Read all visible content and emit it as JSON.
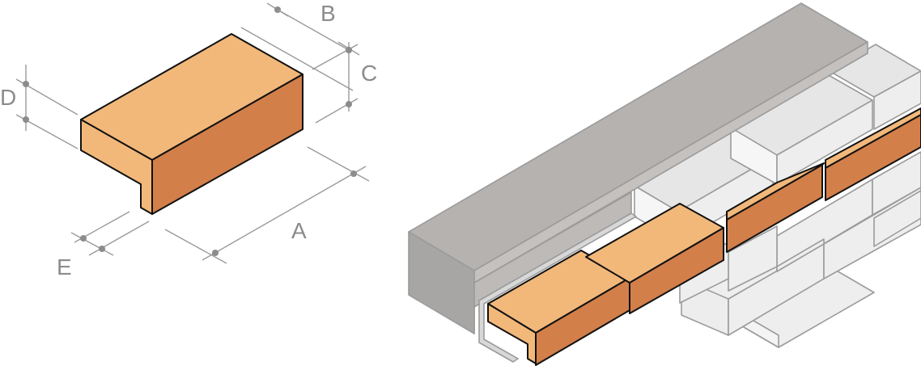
{
  "labels": {
    "a": "A",
    "b": "B",
    "c": "C",
    "d": "D",
    "e": "E"
  },
  "colors": {
    "brick_top": "#f2b87a",
    "brick_side": "#d27f4a",
    "concrete_top": "#b5b2b0",
    "concrete_front": "#a8a6a4",
    "concrete_side": "#c4c1bf",
    "background_brick": "#eeeeee",
    "dimension_lines": "#9a9a9a",
    "outline": "#111111"
  }
}
